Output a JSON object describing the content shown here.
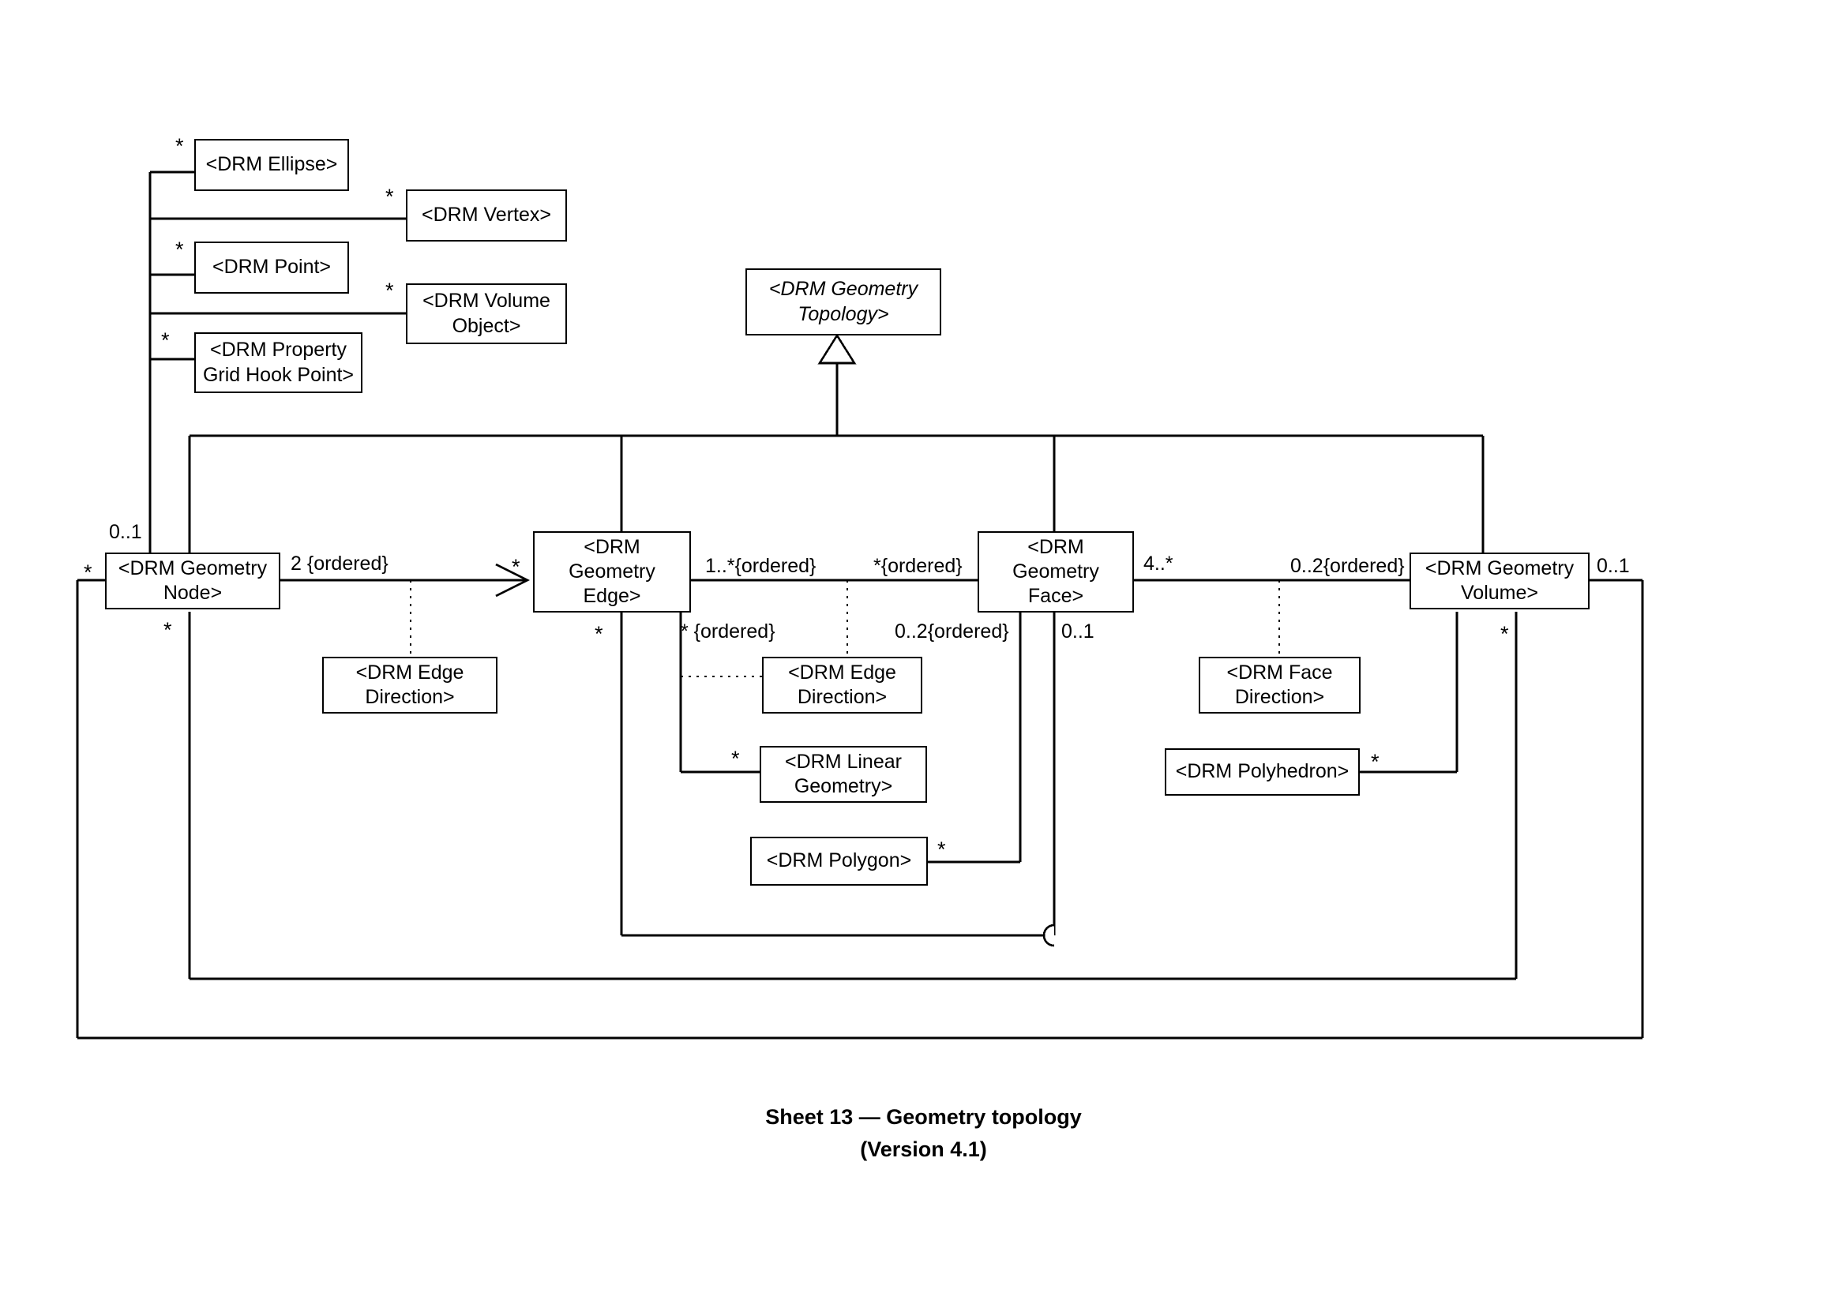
{
  "diagram": {
    "caption_line1": "Sheet 13 — Geometry topology",
    "caption_line2": "(Version 4.1)"
  },
  "classes": {
    "ellipse": "<DRM Ellipse>",
    "vertex": "<DRM Vertex>",
    "point": "<DRM Point>",
    "volume_object": "<DRM Volume Object>",
    "property_grid_hook_point": "<DRM Property Grid Hook Point>",
    "geometry_topology": "<DRM Geometry Topology>",
    "geometry_node": "<DRM Geometry Node>",
    "geometry_edge": "<DRM Geometry Edge>",
    "geometry_face": "<DRM Geometry Face>",
    "geometry_volume": "<DRM Geometry Volume>",
    "edge_direction_left": "<DRM Edge Direction>",
    "edge_direction_mid": "<DRM Edge Direction>",
    "linear_geometry": "<DRM Linear Geometry>",
    "polygon": "<DRM Polygon>",
    "face_direction": "<DRM Face Direction>",
    "polyhedron": "<DRM Polyhedron>"
  },
  "multiplicities": {
    "ellipse_star": "*",
    "vertex_star": "*",
    "point_star": "*",
    "volume_object_star": "*",
    "pghp_star": "*",
    "node_top_01": "0..1",
    "node_left_star": "*",
    "node_bottom_star": "*",
    "node_to_edge_2ordered": "2 {ordered}",
    "edge_left_star": "*",
    "edge_bottom_star": "*",
    "edge_right_1star_ordered": "1..*{ordered}",
    "edge_star_ordered": "* {ordered}",
    "face_left_star_ordered": "*{ordered}",
    "face_02_ordered": "0..2{ordered}",
    "face_bottom_01": "0..1",
    "face_right_4star": "4..*",
    "volume_left_02_ordered": "0..2{ordered}",
    "volume_right_01": "0..1",
    "volume_bottom_star": "*",
    "linear_geometry_star": "*",
    "polygon_star": "*",
    "polyhedron_star": "*"
  }
}
